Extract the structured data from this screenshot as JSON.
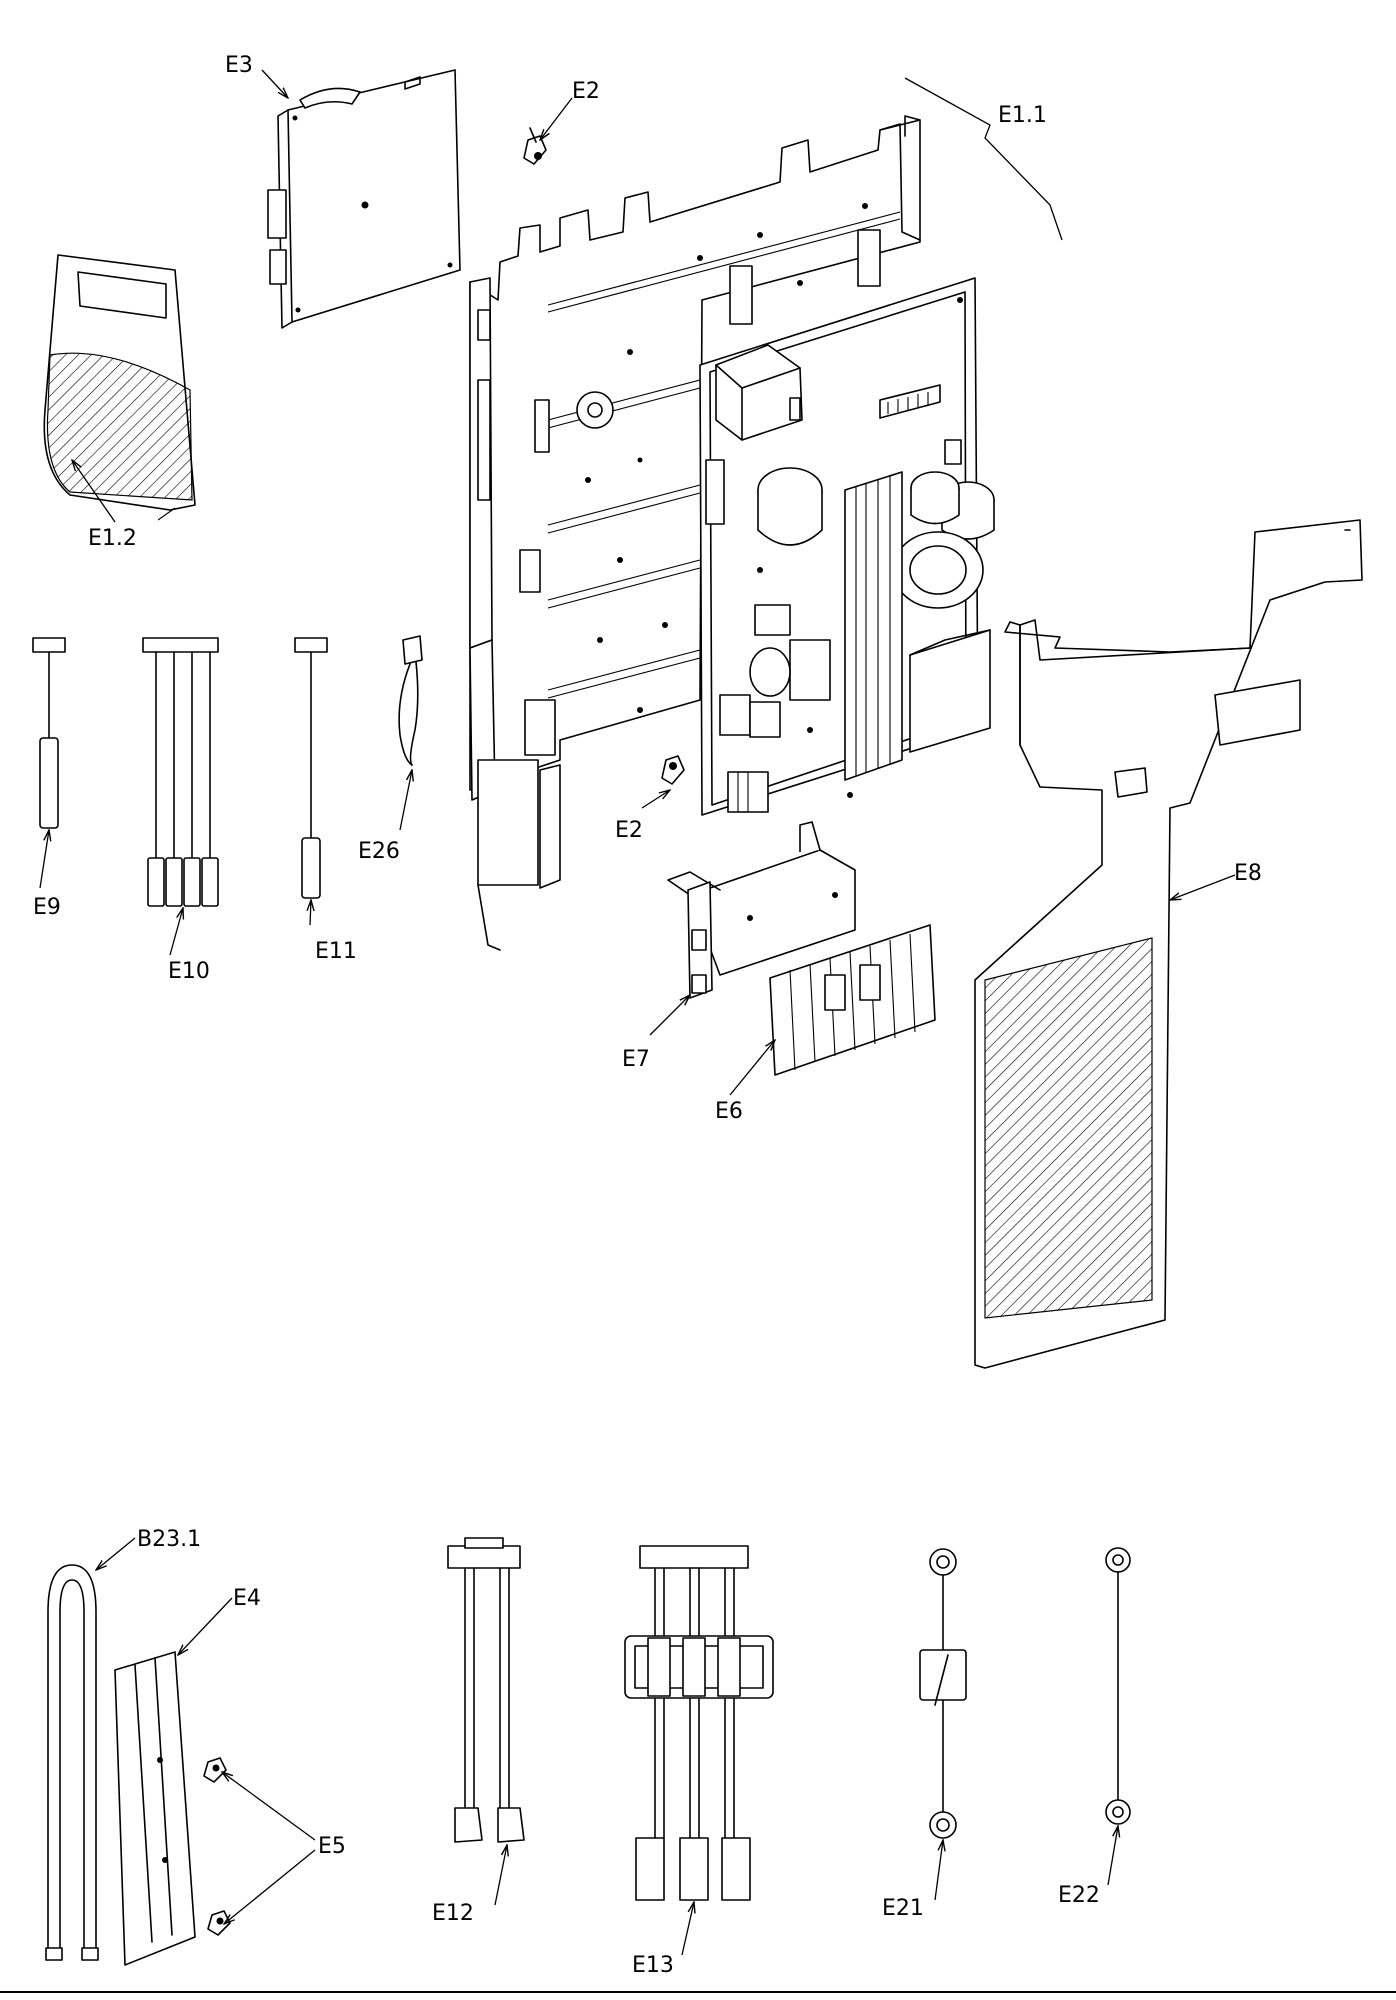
{
  "labels": {
    "e3": "E3",
    "e2_top": "E2",
    "e1_1": "E1.1",
    "e1_2": "E1.2",
    "e9": "E9",
    "e10": "E10",
    "e11": "E11",
    "e26": "E26",
    "e2_mid": "E2",
    "e8": "E8",
    "e7": "E7",
    "e6": "E6",
    "b23_1": "B23.1",
    "e4": "E4",
    "e5": "E5",
    "e12": "E12",
    "e13": "E13",
    "e21": "E21",
    "e22": "E22"
  }
}
